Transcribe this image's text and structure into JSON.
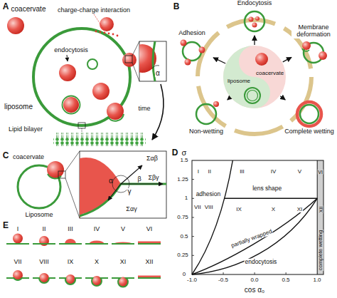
{
  "diagram": {
    "nodes": [
      {
        "text": [
          "coacervate",
          "liposome"
        ]
      },
      {
        "text": [
          "Endocytosis"
        ]
      },
      {
        "text": [
          "Membrane deformation"
        ]
      },
      {
        "text": [
          "Complete wetting"
        ]
      },
      {
        "text": [
          "Non-wetting"
        ]
      },
      {
        "text": [
          "Adhesion"
        ]
      }
    ],
    "edges": [
      {
        "from": 0,
        "to": 1,
        "arrow": "to"
      },
      {
        "from": 0,
        "to": 2,
        "arrow": "to"
      },
      {
        "from": 0,
        "to": 3,
        "arrow": "to"
      },
      {
        "from": 0,
        "to": 4,
        "arrow": "to"
      },
      {
        "from": 0,
        "to": 5,
        "arrow": "to"
      }
    ],
    "labels": [
      "A",
      "coacervate",
      "charge-charge interaction",
      "endocytosis",
      "α",
      "liposome",
      "time",
      "Lipid bilayer",
      "B",
      "C",
      "coacervate",
      "Liposome",
      "Σαβ",
      "Σβγ",
      "Σαγ",
      "α",
      "β",
      "γ",
      "D",
      "σ",
      "cos α₀",
      "0",
      "0.25",
      "0.5",
      "0.75",
      "1",
      "1.25",
      "1.5",
      "-1.0",
      "-0.5",
      "0.0",
      "0.5",
      "1.0",
      "I",
      "II",
      "III",
      "IV",
      "V",
      "VI",
      "VII",
      "VIII",
      "IX",
      "X",
      "XI",
      "XII",
      "adhesion",
      "lens shape",
      "partially wrapped",
      "endocytosis",
      "complete wetting",
      "E",
      "I",
      "II",
      "III",
      "IV",
      "V",
      "VI",
      "VII",
      "VIII",
      "IX",
      "X",
      "XI",
      "XII"
    ]
  }
}
